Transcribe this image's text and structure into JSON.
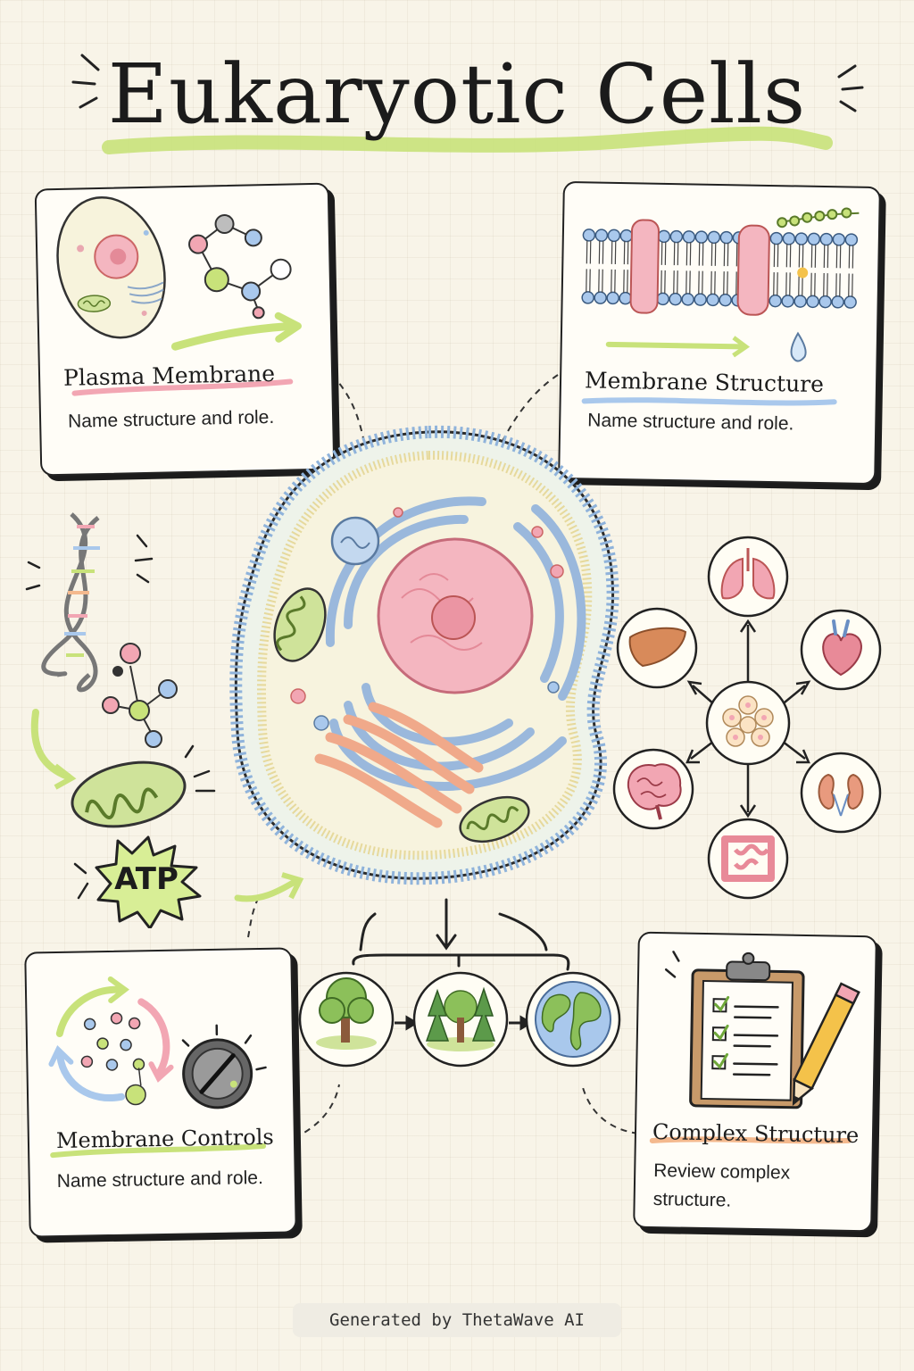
{
  "title": "Eukaryotic Cells",
  "cards": [
    {
      "title": "Plasma Membrane",
      "text": "Name structure and role.",
      "accent": "#f2a6b3"
    },
    {
      "title": "Membrane Structure",
      "text": "Name structure and role.",
      "accent": "#a9c8ec"
    },
    {
      "title": "Membrane Controls",
      "text": "Name structure and role.",
      "accent": "#c8e27a"
    },
    {
      "title": "Complex Structure",
      "text": "Review complex structure.",
      "accent": "#f4b98e"
    }
  ],
  "atp_label": "ATP",
  "footer": "Generated by ThetaWave AI",
  "colors": {
    "background": "#f8f4e8",
    "green": "#c8e27a",
    "pink": "#f2a6b3",
    "blue": "#a9c8ec",
    "orange": "#f4b98e",
    "ink": "#1f1f1f"
  },
  "icons": {
    "organs": [
      "lungs-icon",
      "heart-icon",
      "kidneys-icon",
      "intestine-icon",
      "brain-icon",
      "liver-icon"
    ],
    "scales": [
      "tree-icon",
      "forest-icon",
      "globe-icon"
    ]
  }
}
